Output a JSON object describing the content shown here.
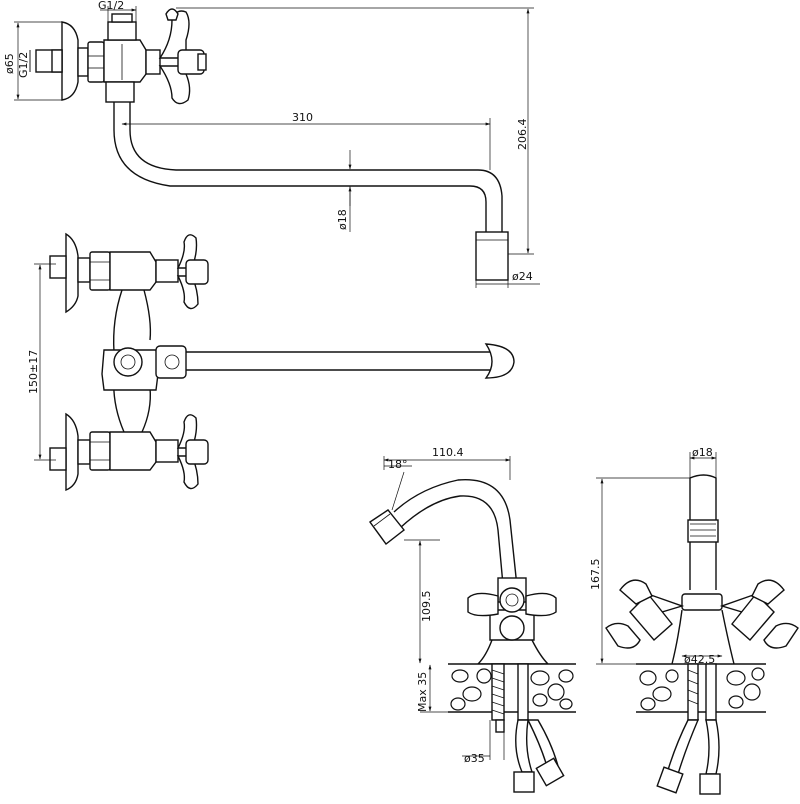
{
  "labels": {
    "thread_top": "G1/2",
    "thread_side": "G1/2",
    "flange_diameter": "ø65",
    "spout_length": "310",
    "height": "206.4",
    "pipe_diameter": "ø18",
    "outlet_diameter": "ø24",
    "center_distance": "150±17",
    "basin_reach": "110.4",
    "basin_angle": "18°",
    "basin_spout_height": "109.5",
    "deck_thickness": "Max 35",
    "hole_diameter": "ø35",
    "side_spout_diameter": "ø18",
    "side_height": "167.5",
    "base_diameter": "ø42.5"
  },
  "colors": {
    "line": "#111111",
    "background": "#ffffff"
  }
}
